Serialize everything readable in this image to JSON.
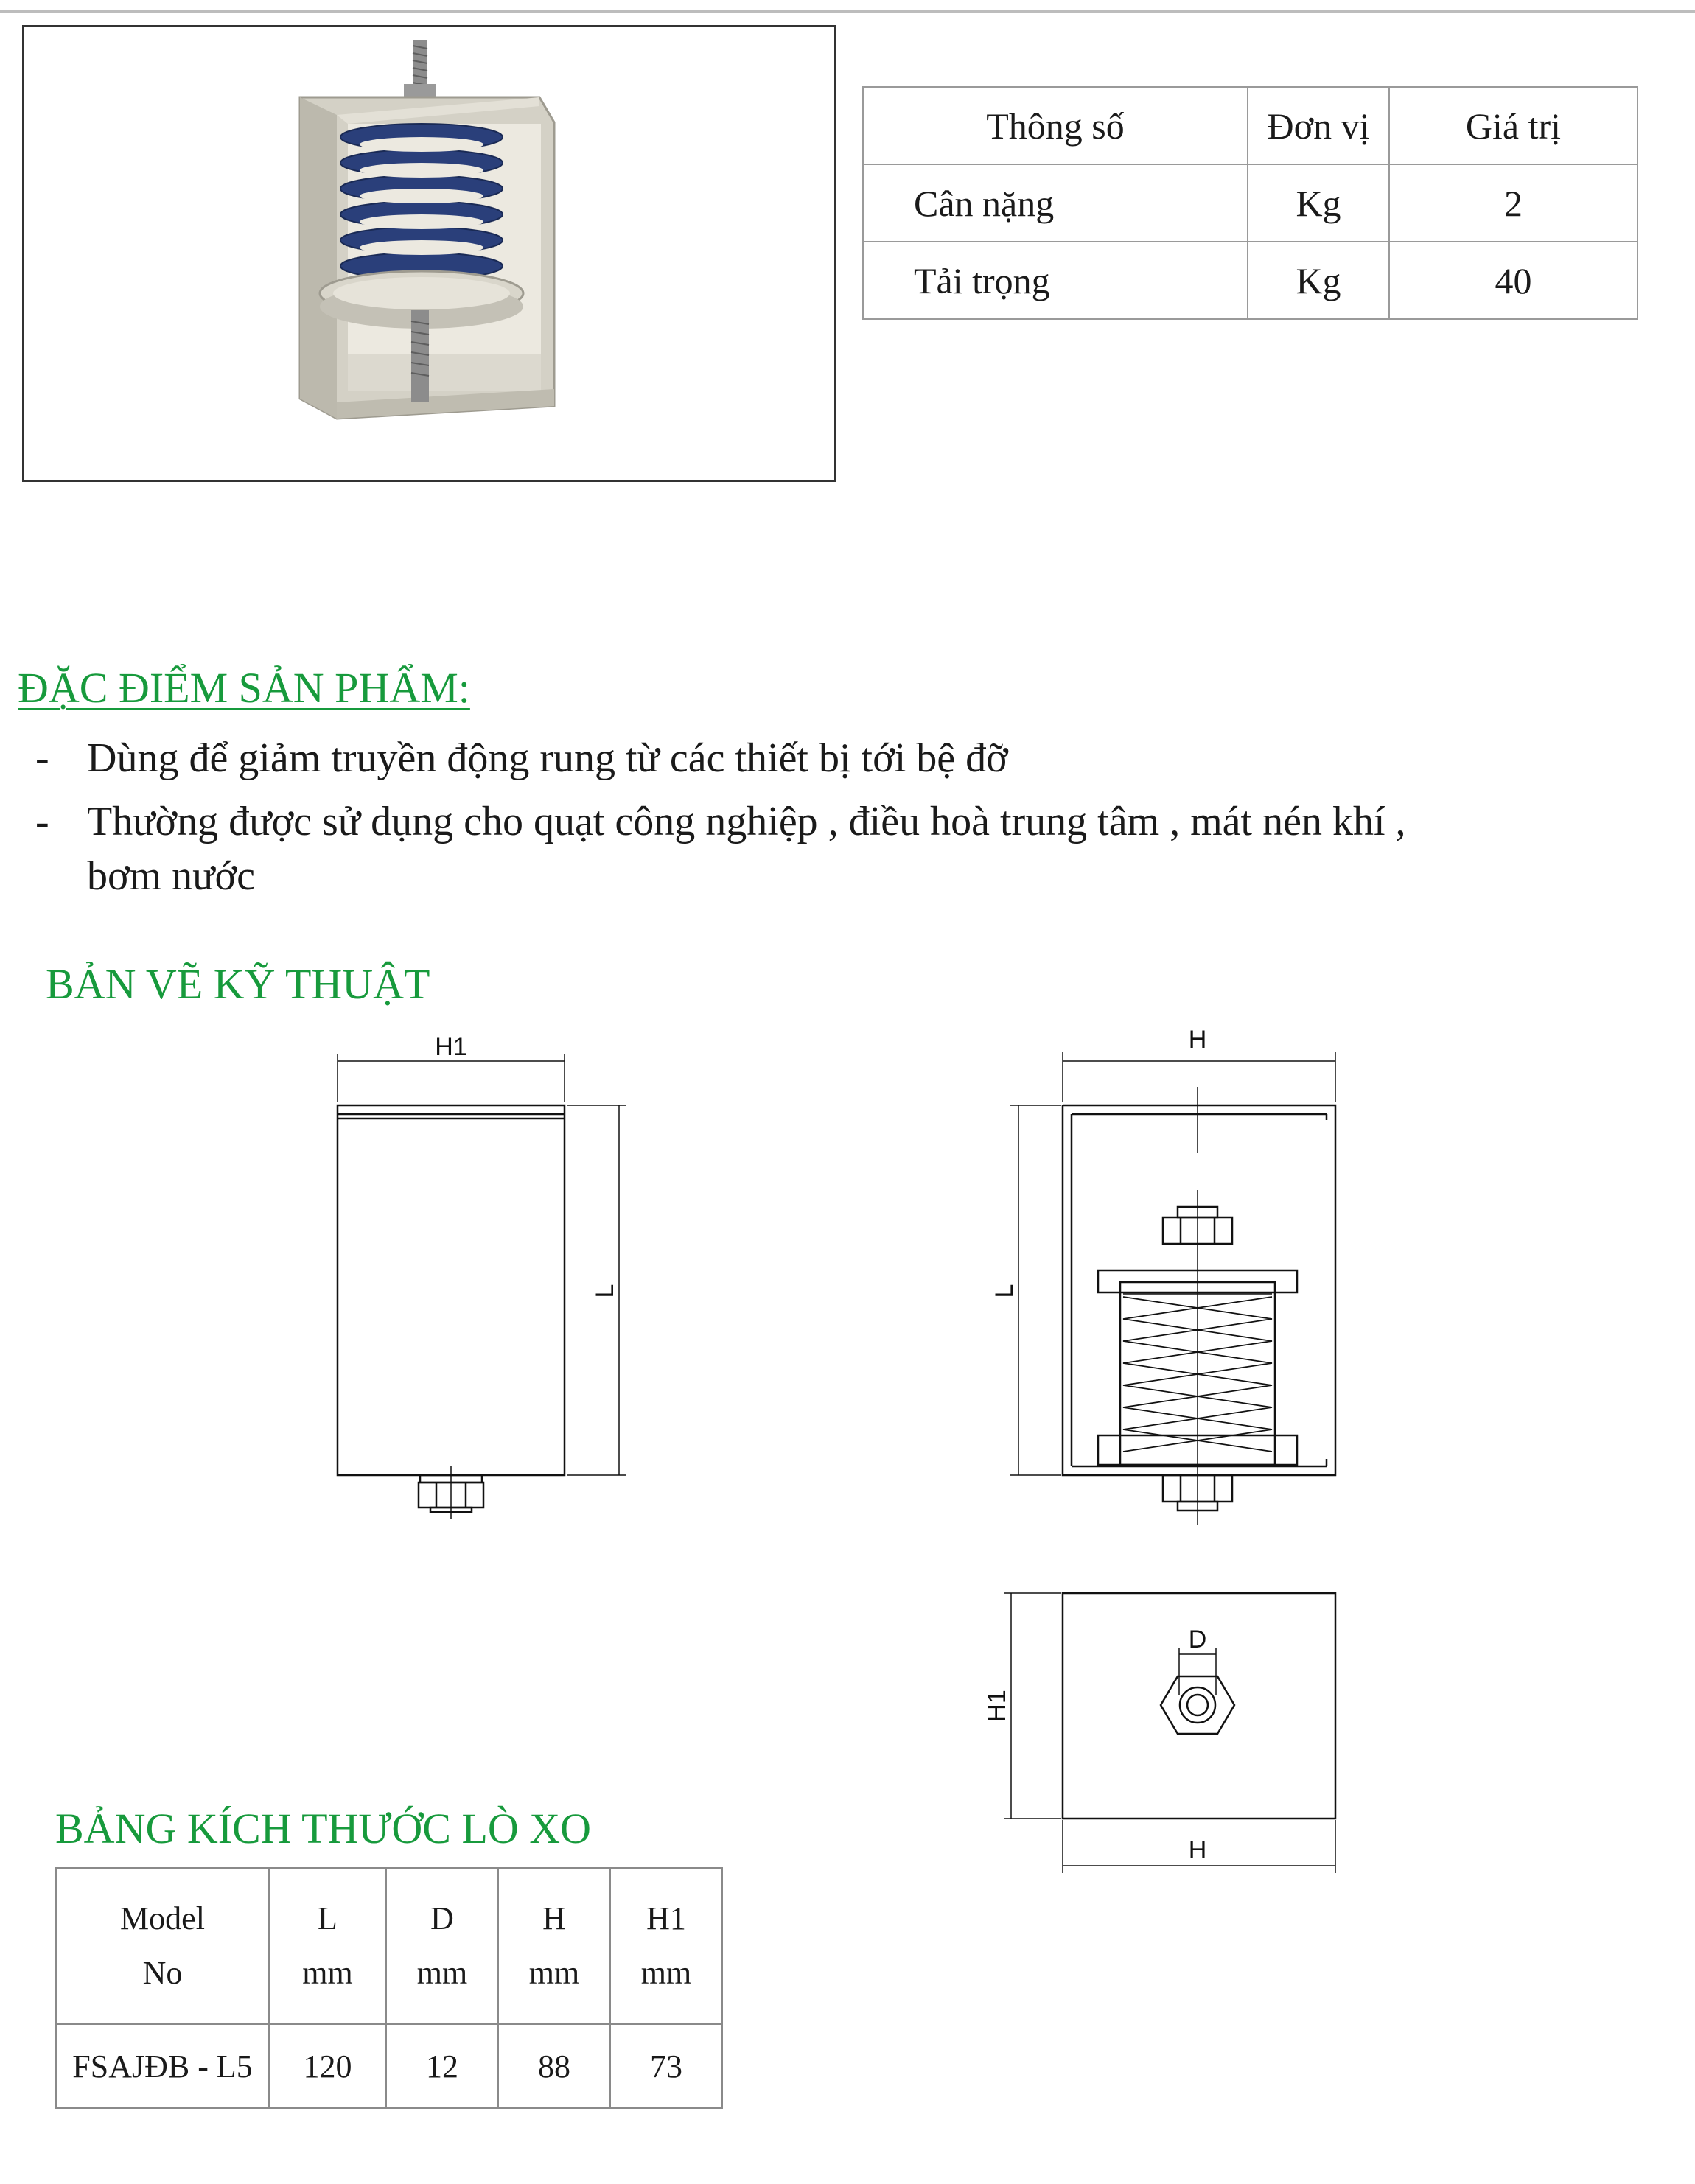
{
  "spec_table": {
    "headers": [
      "Thông số",
      "Đơn vị",
      "Giá trị"
    ],
    "rows": [
      {
        "param": "Cân nặng",
        "unit": "Kg",
        "value": "2"
      },
      {
        "param": "Tải trọng",
        "unit": "Kg",
        "value": "40"
      }
    ]
  },
  "features": {
    "title": "ĐẶC ĐIỂM SẢN PHẨM:",
    "bullet": "-",
    "items": [
      "Dùng để giảm truyền động rung từ các thiết bị tới bệ đỡ",
      "Thường được sử dụng cho quạt công nghiệp , điều hoà trung tâm , mát nén khí ,",
      "bơm nước"
    ]
  },
  "drawing": {
    "title": "BẢN VẼ KỸ THUẬT",
    "side_view": {
      "width_label": "H1",
      "height_label": "L"
    },
    "front_view": {
      "width_label": "H",
      "height_label": "L"
    },
    "bottom_view": {
      "diameter_label": "D",
      "height_label": "H1",
      "width_label": "H"
    }
  },
  "dimension_table": {
    "title": "BẢNG KÍCH THƯỚC LÒ XO",
    "header_line1": [
      "Model",
      "L",
      "D",
      "H",
      "H1"
    ],
    "header_line2": [
      "No",
      "mm",
      "mm",
      "mm",
      "mm"
    ],
    "rows": [
      {
        "model": "FSAJĐB - L5",
        "L": "120",
        "D": "12",
        "H": "88",
        "H1": "73"
      }
    ]
  },
  "colors": {
    "accent_green": "#179a3c",
    "spring_blue": "#2a3f7a",
    "housing": "#c9c6bb"
  }
}
